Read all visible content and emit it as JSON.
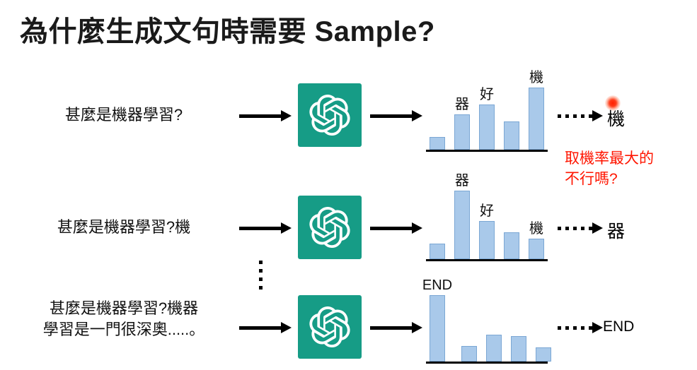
{
  "title": "為什麼生成文句時需要 Sample?",
  "annotation": "取機率最大的\n不行嗎?",
  "colors": {
    "logo_background": "#169c86",
    "bar_fill": "#a9c9ea",
    "bar_border": "#7ba7d4",
    "annotation_red": "#ff1500",
    "laser_dot": "#ff2000"
  },
  "rows": [
    {
      "input": "甚麼是機器學習?",
      "output": "機",
      "chart": {
        "type": "bar",
        "bars": [
          {
            "label": "",
            "height": 16
          },
          {
            "label": "器",
            "height": 48
          },
          {
            "label": "好",
            "height": 62
          },
          {
            "label": "",
            "height": 38
          },
          {
            "label": "機",
            "height": 86
          }
        ]
      }
    },
    {
      "input": "甚麼是機器學習?機",
      "output": "器",
      "chart": {
        "type": "bar",
        "bars": [
          {
            "label": "",
            "height": 20
          },
          {
            "label": "器",
            "height": 95
          },
          {
            "label": "好",
            "height": 52
          },
          {
            "label": "",
            "height": 36
          },
          {
            "label": "機",
            "height": 27
          }
        ]
      }
    },
    {
      "input": "甚麼是機器學習?機器\n學習是一門很深奧.....。",
      "output": "END",
      "chart": {
        "type": "bar",
        "bars": [
          {
            "label": "END",
            "height": 92
          },
          {
            "label": "",
            "height": 20
          },
          {
            "label": "",
            "height": 36
          },
          {
            "label": "",
            "height": 34
          },
          {
            "label": "",
            "height": 18
          }
        ]
      }
    }
  ]
}
